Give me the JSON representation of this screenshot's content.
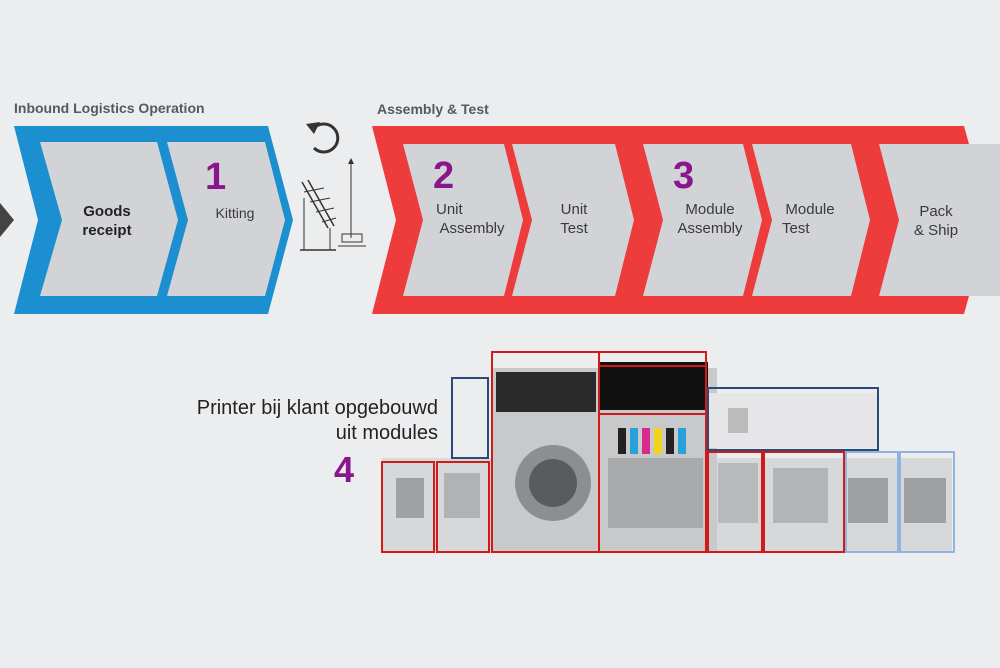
{
  "inbound": {
    "heading": "Inbound Logistics Operation",
    "steps": [
      {
        "label_line1": "Goods",
        "label_line2": "receipt",
        "number": ""
      },
      {
        "label_line1": "Kitting",
        "label_line2": "",
        "number": "1"
      }
    ]
  },
  "assembly": {
    "heading": "Assembly & Test",
    "steps": [
      {
        "label_line1": "Unit",
        "label_line2": "Assembly",
        "number": "2"
      },
      {
        "label_line1": "Unit",
        "label_line2": "Test",
        "number": ""
      },
      {
        "label_line1": "Module",
        "label_line2": "Assembly",
        "number": "3"
      },
      {
        "label_line1": "Module",
        "label_line2": "Test",
        "number": ""
      },
      {
        "label_line1": "Pack",
        "label_line2": "& Ship",
        "number": ""
      }
    ]
  },
  "printer": {
    "caption_line1": "Printer bij klant opgebouwd",
    "caption_line2": "uit modules",
    "number": "4"
  },
  "colors": {
    "inbound_band": "#1b8fd0",
    "assembly_band": "#ee3b3b",
    "chevron_fill": "#d1d3d6",
    "number": "#8a168c",
    "module_red": "#d21a1a",
    "module_blue_dark": "#2a4a7a",
    "module_blue_light": "#8fb4e0"
  },
  "icons": [
    "left-arrow-tip-icon",
    "rotate-arrow-icon",
    "conveyor-sketch-icon",
    "printer-machine-image"
  ]
}
